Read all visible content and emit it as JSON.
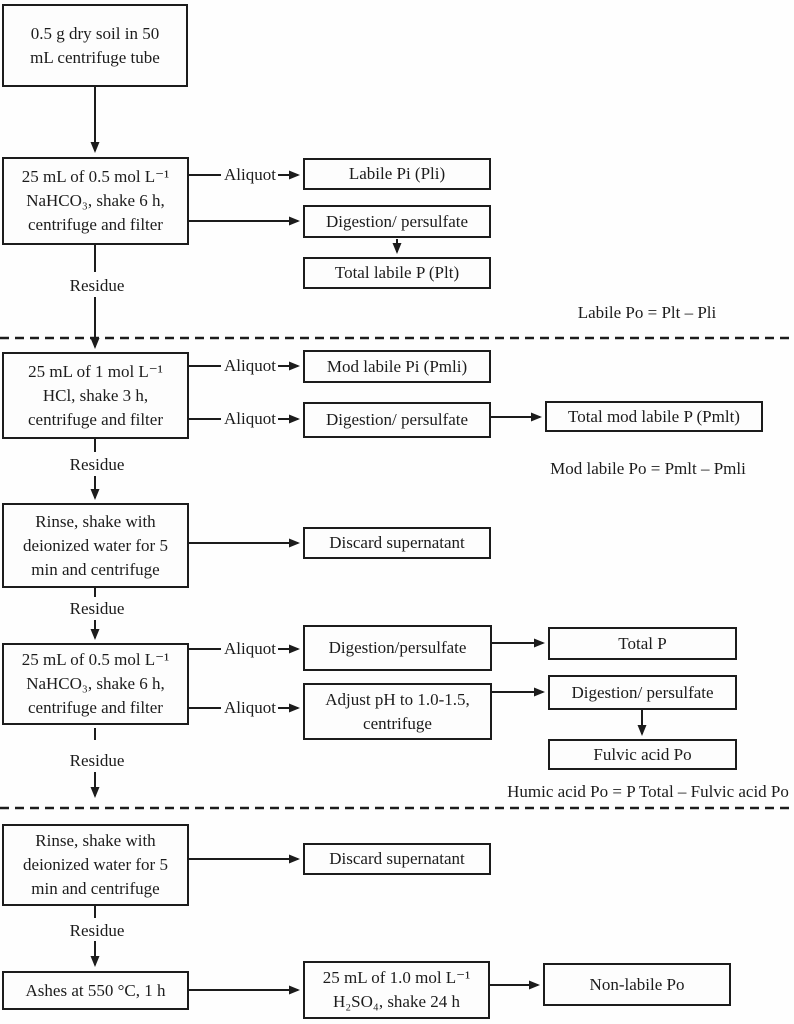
{
  "palette": {
    "ink": "#1c1c1c",
    "background": "#fefefe"
  },
  "boxes": {
    "soil": {
      "lines": [
        "0.5 g dry soil in 50",
        "mL centrifuge tube"
      ]
    },
    "nahco3_1": {
      "lines": [
        "25 mL of 0.5 mol L⁻¹",
        "NaHCO₃, shake 6 h,",
        "centrifuge and filter"
      ]
    },
    "labile_pi": {
      "lines": [
        "Labile Pi (Pli)"
      ]
    },
    "digestion_1": {
      "lines": [
        "Digestion/ persulfate"
      ]
    },
    "total_labile_p": {
      "lines": [
        "Total labile P (Plt)"
      ]
    },
    "hcl": {
      "lines": [
        "25 mL of 1 mol L⁻¹",
        "HCl, shake 3 h,",
        "centrifuge and filter"
      ]
    },
    "mod_labile_pi": {
      "lines": [
        "Mod labile Pi (Pmli)"
      ]
    },
    "digestion_2": {
      "lines": [
        "Digestion/ persulfate"
      ]
    },
    "total_mod_labile_p": {
      "lines": [
        "Total mod labile P (Pmlt)"
      ]
    },
    "rinse_1": {
      "lines": [
        "Rinse, shake with",
        "deionized water for 5",
        "min and centrifuge"
      ]
    },
    "discard_1": {
      "lines": [
        "Discard supernatant"
      ]
    },
    "nahco3_2": {
      "lines": [
        "25 mL of 0.5 mol L⁻¹",
        "NaHCO₃, shake 6 h,",
        "centrifuge and filter"
      ]
    },
    "digestion_3": {
      "lines": [
        "Digestion/persulfate"
      ]
    },
    "adjust_ph": {
      "lines": [
        "Adjust pH to 1.0-1.5,",
        "centrifuge"
      ]
    },
    "total_p": {
      "lines": [
        "Total P"
      ]
    },
    "digestion_4": {
      "lines": [
        "Digestion/ persulfate"
      ]
    },
    "fulvic_acid_po": {
      "lines": [
        "Fulvic acid Po"
      ]
    },
    "rinse_2": {
      "lines": [
        "Rinse, shake with",
        "deionized water for 5",
        "min and centrifuge"
      ]
    },
    "discard_2": {
      "lines": [
        "Discard supernatant"
      ]
    },
    "ashes": {
      "lines": [
        "Ashes at 550 °C, 1 h"
      ]
    },
    "h2so4": {
      "lines": [
        "25 mL of 1.0 mol L⁻¹",
        "H₂SO₄, shake 24 h"
      ]
    },
    "non_labile_po": {
      "lines": [
        "Non-labile Po"
      ]
    }
  },
  "edge_labels": {
    "aliquot": "Aliquot",
    "residue": "Residue"
  },
  "formulas": {
    "labile_po": "Labile Po = Plt – Pli",
    "mod_labile_po": "Mod labile Po = Pmlt – Pmli",
    "humic_acid_po": "Humic acid Po = P Total – Fulvic acid Po"
  }
}
